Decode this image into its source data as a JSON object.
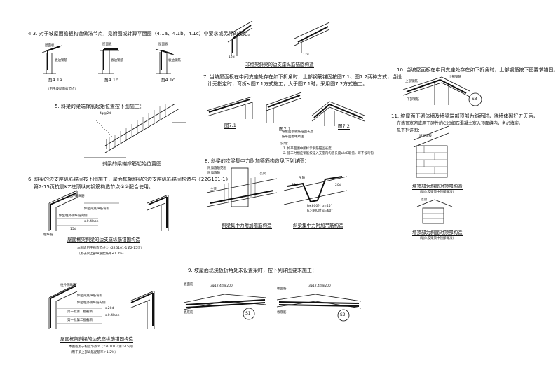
{
  "note_4_3": "4.3. 对于坡屋面檐板构造做法节点，见附图或计算平面图（4.1a、4.1b、4.1c）中要求或另行的规定。",
  "note_4_3_labels": [
    "屋面板",
    "屋面板",
    "屋面板",
    "板边钢筋",
    "板边钢筋",
    "板边钢筋"
  ],
  "fig_4_1a": "图4.1a",
  "fig_4_1b": "图4.1b",
  "fig_4_1c": "图4.1c",
  "fig_4_1_sub": "（用于坡屋面板节点）",
  "note_5": "5. 斜梁的梁端撑筋起始位置按下图施工：",
  "fig5_label": "4φ@2d",
  "fig5_caption": "斜梁的梁端撑筋起始位置图",
  "note_6_l1": "6. 斜梁的边支座纵筋锚固按下图施工，屋面框架斜梁的边支座纵筋锚固构造与《22G101-1》",
  "note_6_l2": "第2-15页抗震KZ柱顶纵向钢筋构造节点①②配合使用。",
  "fig6a_labels": [
    "柱外侧纵筋",
    "伸至梁底纵筋弯折",
    "伸至柱外侧纵筋内侧",
    "≥0.4labe",
    "15d",
    "柱纵筋"
  ],
  "fig6a_caption": "屋面框架斜梁的边支座纵筋锚固构造",
  "fig6a_note1": "本图适用于构造节点①（22G101-1第2-15页）",
  "fig6a_note2": "（用于梁上部纵筋配筋率≤1.2%）",
  "fig6b_caption": "屋面框架斜梁的边支座纵筋锚固构造",
  "fig6b_note1": "本图适用于构造节点②（22G101-1第2-15页）",
  "fig6b_note2": "（用于梁上部纵筋配筋率＞1.2%）",
  "fig6b_labels": [
    "柱外侧纵筋",
    "伸至梁底纵筋弯折",
    "伸至柱外侧纵筋内侧",
    "第一批第二批截断",
    "第一批第二批截断",
    "≥20d",
    "≥0.4labe"
  ],
  "fig_top_caption": "非框架斜梁的边支座纵筋锚固构造",
  "fig_top_dims": [
    "12d",
    "12d"
  ],
  "note_7_l1": "7. 当坡屋面板在中间支座处存在如下折角时，上部钢筋锚固按图7.1、图7.2两种方式，当设",
  "note_7_l2": "计无指定时，弯折≤图7.1方式施工，大于图7.1时，采用图7.2方式施工。",
  "fig_7_1a": "图7.1",
  "fig_7_1b": "图7.1",
  "fig_7_2": "图7.2",
  "fig7_note_title": "说明：",
  "fig7_note_1": "1. 如平面图中所标示钢筋锚固长度",
  "fig7_note_2": "2. 施工时相应钢筋按锚入支座内构造长度≥laE取值，可不设弯钩",
  "fig7_side_labels": [
    "坡屋面板钢筋锚固长度",
    "按平面图中所注"
  ],
  "note_8": "8. 斜梁的次梁集中力附加箍筋构造见下列详图：",
  "fig8a_labels": [
    "附加箍筋范围",
    "附加箍筋",
    "主梁",
    "次梁"
  ],
  "fig8a_caption": "斜梁集中力附加箍筋构造",
  "fig8b_labels": [
    "吊筋",
    "h≤800时 α=45°",
    "h＞800时 α=60°",
    "20d",
    "20d"
  ],
  "fig8b_caption": "斜梁集中力附加吊筋构造",
  "note_9": "9. 坡屋面现浇板折角处未设置梁时，按下列详图要求施工：",
  "fig9_labels": [
    "板面筋",
    "板底筋",
    "3φ12,4d@200",
    "板面筋",
    "板底筋",
    "3φ12,4d@200"
  ],
  "fig9_s1": "S1",
  "fig9_s2": "S2",
  "note_10": "10. 当坡屋面板在中间支座处存在如下折角时，上部钢筋按下图要求锚固。",
  "fig10_labels": [
    "上部钢筋",
    "上部钢筋",
    "下部钢筋"
  ],
  "fig10_s3": "S3",
  "note_11_l1": "11. 坡屋面下砌体墙及墙梁端部顶部为斜面时，待墙体砌好五天后，",
  "note_11_l2": "在墙顶塞砌或用干硬性的C20细石混凝土塞入顶面缝内，务必填实。",
  "note_11_l3": "见下列详图：",
  "fig11a_label": "坡屋面板",
  "fig11a_caption": "墙顶部为斜面时顶部构造",
  "fig11a_sub": "（墙体及梁顶中顶部做法）",
  "fig11b_label": "墙顶",
  "fig11b_caption": "墙顶部为斜面时顶部构造",
  "fig11b_sub": "（墙体及梁顶中顶部做法）"
}
